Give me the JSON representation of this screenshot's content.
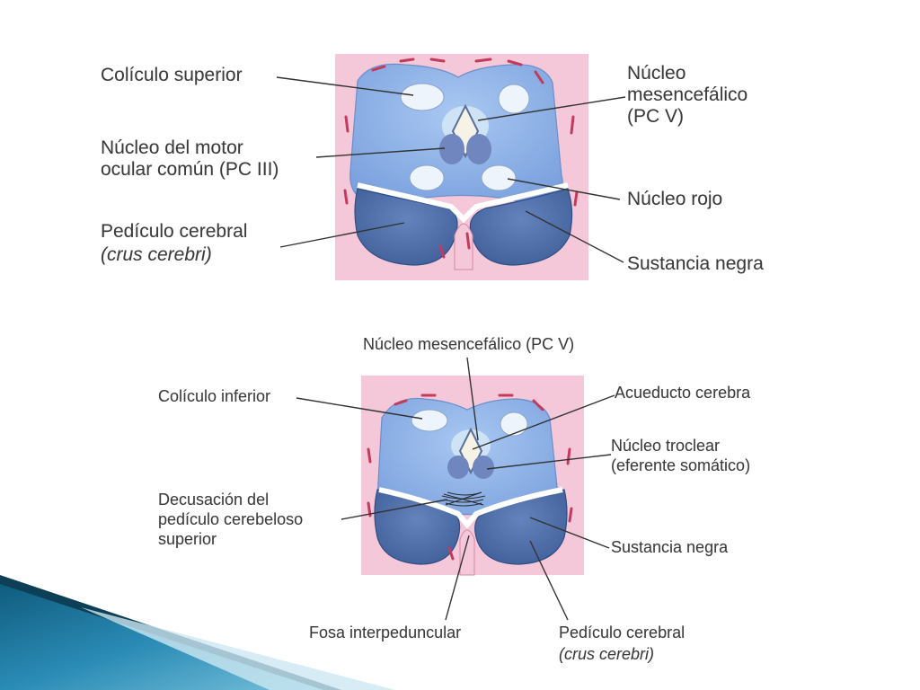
{
  "top_labels": {
    "coliculo_superior": "Colículo superior",
    "nucleo_mesencefalico": "Núcleo\nmesencefálico\n(PC V)",
    "nucleo_motor": "Núcleo del motor\nocular común (PC III)",
    "nucleo_rojo": "Núcleo rojo",
    "pediculo_cerebral": "Pedículo cerebral",
    "crus_cerebri": "(crus cerebri)",
    "sustancia_negra": "Sustancia negra"
  },
  "bottom_labels": {
    "nucleo_mesencefalico": "Núcleo mesencefálico (PC V)",
    "coliculo_inferior": "Colículo inferior",
    "acueducto": "Acueducto cerebra",
    "nucleo_troclear": "Núcleo troclear\n(eferente somático)",
    "decusacion": "Decusación del\npedículo cerebeloso\nsuperior",
    "sustancia_negra": "Sustancia negra",
    "fosa": "Fosa interpeduncular",
    "pediculo_cerebral": "Pedículo cerebral",
    "crus_cerebri": "(crus cerebri)"
  },
  "colors": {
    "pink_background": "#f4c8d8",
    "tegmentum_blue": "#8fb4ea",
    "peduncle_blue": "#4e6fa8",
    "nucleus_pale": "#eef4fb",
    "vessel_red": "#c23b5c",
    "leader_line": "#333333",
    "corner_accent": "#1a6d90"
  }
}
